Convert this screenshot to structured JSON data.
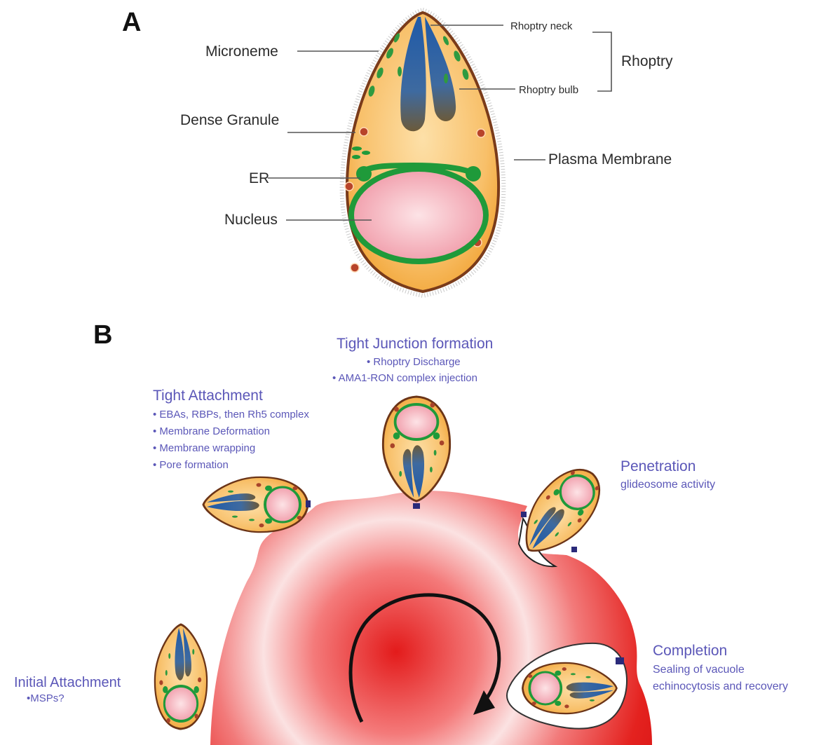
{
  "panels": {
    "a": "A",
    "b": "B"
  },
  "labels_a": {
    "rhoptry_neck": "Rhoptry neck",
    "rhoptry_bulb": "Rhoptry bulb",
    "rhoptry": "Rhoptry",
    "microneme": "Microneme",
    "dense_granule": "Dense Granule",
    "plasma_membrane": "Plasma Membrane",
    "er": "ER",
    "nucleus": "Nucleus"
  },
  "stages": {
    "tight_junction": {
      "title": "Tight Junction formation",
      "bullets": [
        "• Rhoptry Discharge",
        "• AMA1-RON complex injection"
      ]
    },
    "tight_attachment": {
      "title": "Tight Attachment",
      "bullets": [
        "• EBAs, RBPs, then Rh5 complex",
        "• Membrane Deformation",
        "• Membrane wrapping",
        "• Pore formation"
      ]
    },
    "penetration": {
      "title": "Penetration",
      "bullets": [
        "glideosome activity"
      ]
    },
    "completion": {
      "title": "Completion",
      "bullets": [
        "Sealing of vacuole",
        "echinocytosis and recovery"
      ]
    },
    "initial_attachment": {
      "title": "Initial Attachment",
      "bullets": [
        "•MSPs?"
      ]
    }
  },
  "colors": {
    "cytoplasm": "#f6b34a",
    "membrane": "#7a3b1a",
    "er_green": "#1f9a3a",
    "rhoptry_blue": "#2f5fa8",
    "nucleus_pink": "#f1a9b4",
    "rbc_red": "#e01e1e",
    "stage_text": "#5b57b8"
  }
}
